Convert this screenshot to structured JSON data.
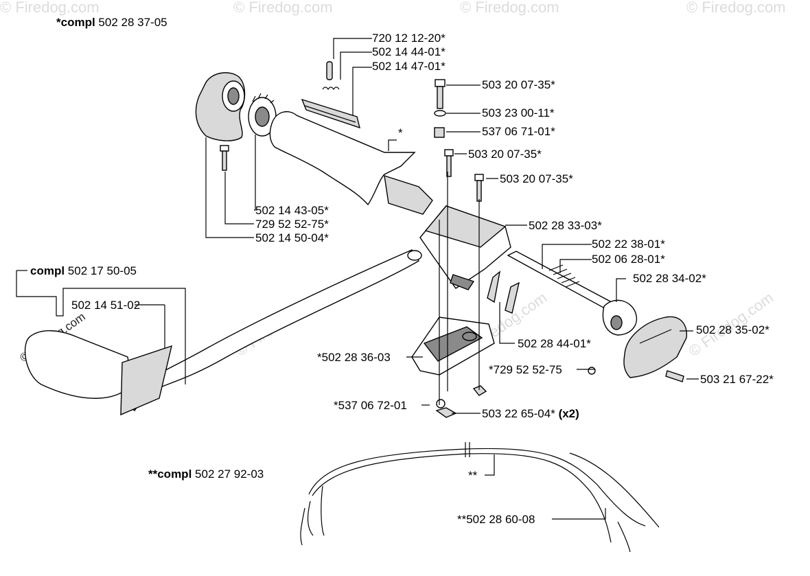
{
  "watermarks": {
    "corner": "© Firedog.com",
    "repeat": "© Firedog.com"
  },
  "assemblies": {
    "handle_compl": {
      "prefix": "*compl",
      "number": "502 28 37-05"
    },
    "tube_compl": {
      "prefix": "compl",
      "number": "502 17 50-05"
    },
    "cable_compl": {
      "prefix": "**compl",
      "number": "502 27 92-03"
    }
  },
  "callouts": {
    "p_720_12_12_20": "720 12 12-20*",
    "p_502_14_44_01": "502 14 44-01*",
    "p_502_14_47_01": "502 14 47-01*",
    "p_503_20_07_35_a": "503 20 07-35*",
    "p_503_23_00_11": "503 23 00-11*",
    "p_537_06_71_01": "537 06 71-01*",
    "star": "*",
    "p_503_20_07_35_b": "503 20 07-35*",
    "p_503_20_07_35_c": "503 20 07-35*",
    "p_502_14_43_05": "502 14 43-05*",
    "p_729_52_52_75_a": "729 52 52-75*",
    "p_502_14_50_04": "502 14 50-04*",
    "p_502_28_33_03": "502 28 33-03*",
    "p_502_22_38_01": "502 22 38-01*",
    "p_502_06_28_01": "502 06 28-01*",
    "p_502_28_34_02": "502 28 34-02*",
    "p_502_14_51_02": "502 14 51-02",
    "p_502_28_35_02": "502 28 35-02*",
    "p_502_28_44_01": "502 28 44-01*",
    "p_502_28_36_03": "*502 28 36-03",
    "p_729_52_52_75_b": "*729 52 52-75",
    "p_503_21_67_22": "503 21 67-22*",
    "p_537_06_72_01": "*537 06 72-01",
    "p_503_22_65_04": "503 22 65-04*",
    "qty_x2": "(x2)",
    "double_star": "**",
    "p_502_28_60_08": "**502 28 60-08"
  }
}
